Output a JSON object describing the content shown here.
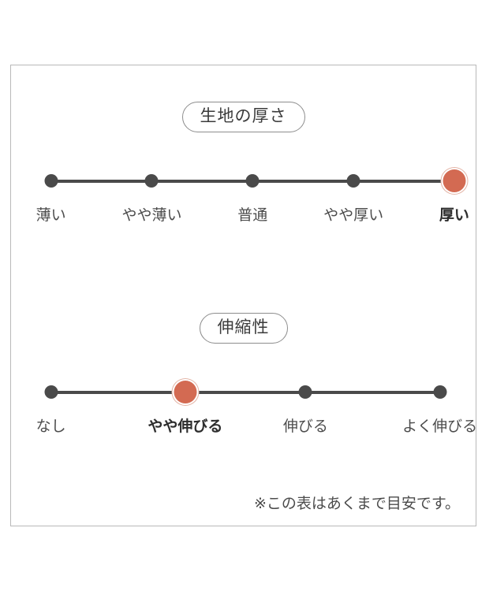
{
  "chart_data": {
    "type": "scale",
    "title": "",
    "note": "※この表はあくまで目安です。",
    "scales": [
      {
        "name": "fabric-thickness",
        "label": "生地の厚さ",
        "categories": [
          "薄い",
          "やや薄い",
          "普通",
          "やや厚い",
          "厚い"
        ],
        "positions_pct": [
          8.6,
          30.3,
          52.0,
          73.7,
          95.4
        ],
        "selected_index": 4,
        "selected_value": "厚い",
        "count": 5
      },
      {
        "name": "stretchiness",
        "label": "伸縮性",
        "categories": [
          "なし",
          "やや伸びる",
          "伸びる",
          "よく伸びる"
        ],
        "positions_pct": [
          8.6,
          37.5,
          63.4,
          92.3
        ],
        "selected_index": 1,
        "selected_value": "やや伸びる",
        "count": 4
      }
    ],
    "colors": {
      "selected_dot": "#d36a52",
      "selected_ring": "#e3b4a6",
      "dot": "#4a4a4a",
      "track": "#4a4a4a",
      "border": "#b9b9b9",
      "badge_border": "#8d8d8d",
      "text": "#4c4c4c",
      "background": "#ffffff"
    }
  }
}
